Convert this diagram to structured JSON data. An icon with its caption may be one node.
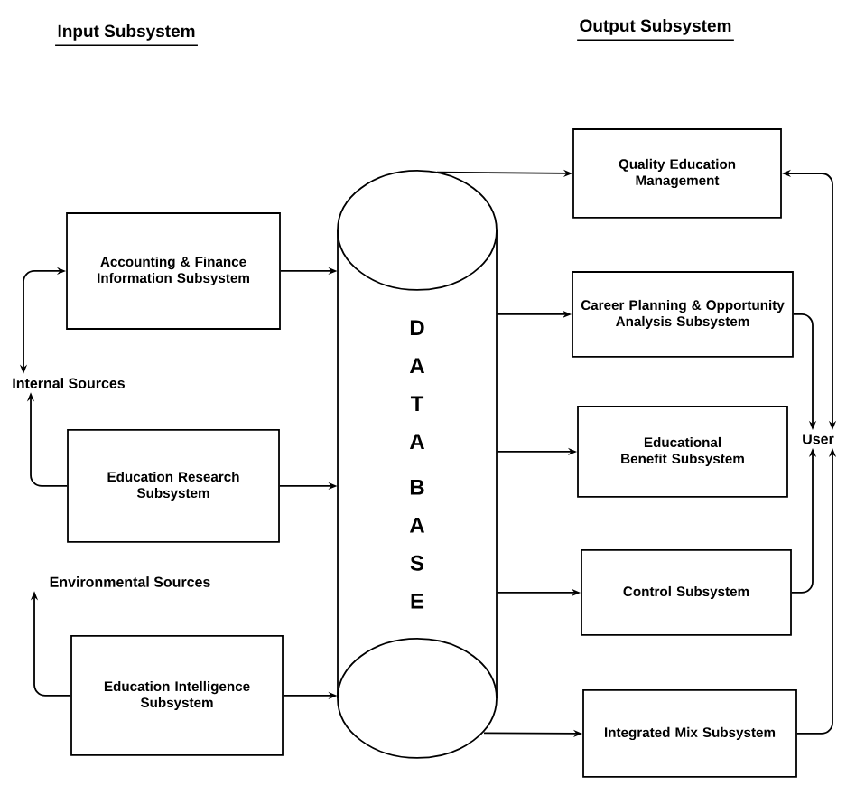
{
  "diagram": {
    "nodes": [
      {
        "text": [
          "Accounting & Finance Information Subsystem"
        ]
      },
      {
        "text": [
          "Internal Sources"
        ]
      },
      {
        "text": [
          "Education Research Subsystem"
        ]
      },
      {
        "text": [
          "Environmental Sources"
        ]
      },
      {
        "text": [
          "Education Intelligence Subsystem"
        ]
      },
      {
        "text": [
          "D A T A",
          "B A S E"
        ]
      },
      {
        "text": [
          "Quality Education Management"
        ]
      },
      {
        "text": [
          "Career Planning & Opportunity Analysis Subsystem"
        ]
      },
      {
        "text": [
          "Educational Benefit Subsystem"
        ]
      },
      {
        "text": [
          "Control Subsystem"
        ]
      },
      {
        "text": [
          "Integrated Mix Subsystem"
        ]
      },
      {
        "text": [
          "User"
        ]
      }
    ],
    "edges": [
      {
        "from": 0,
        "to": 5,
        "arrow": "to"
      },
      {
        "from": 0,
        "to": 1,
        "arrow": "both"
      },
      {
        "from": 2,
        "to": 1,
        "arrow": "to"
      },
      {
        "from": 2,
        "to": 5,
        "arrow": "to"
      },
      {
        "from": 4,
        "to": 3,
        "arrow": "to"
      },
      {
        "from": 4,
        "to": 5,
        "arrow": "to"
      },
      {
        "from": 5,
        "to": 6,
        "arrow": "to"
      },
      {
        "from": 5,
        "to": 7,
        "arrow": "to"
      },
      {
        "from": 5,
        "to": 8,
        "arrow": "to"
      },
      {
        "from": 5,
        "to": 9,
        "arrow": "to"
      },
      {
        "from": 5,
        "to": 10,
        "arrow": "to"
      },
      {
        "from": 6,
        "to": 11,
        "arrow": "both"
      },
      {
        "from": 7,
        "to": 11,
        "arrow": "to"
      },
      {
        "from": 9,
        "to": 11,
        "arrow": "to"
      },
      {
        "from": 10,
        "to": 11,
        "arrow": "to"
      }
    ],
    "labels": [
      "Input Subsystem",
      "Output Subsystem"
    ]
  }
}
